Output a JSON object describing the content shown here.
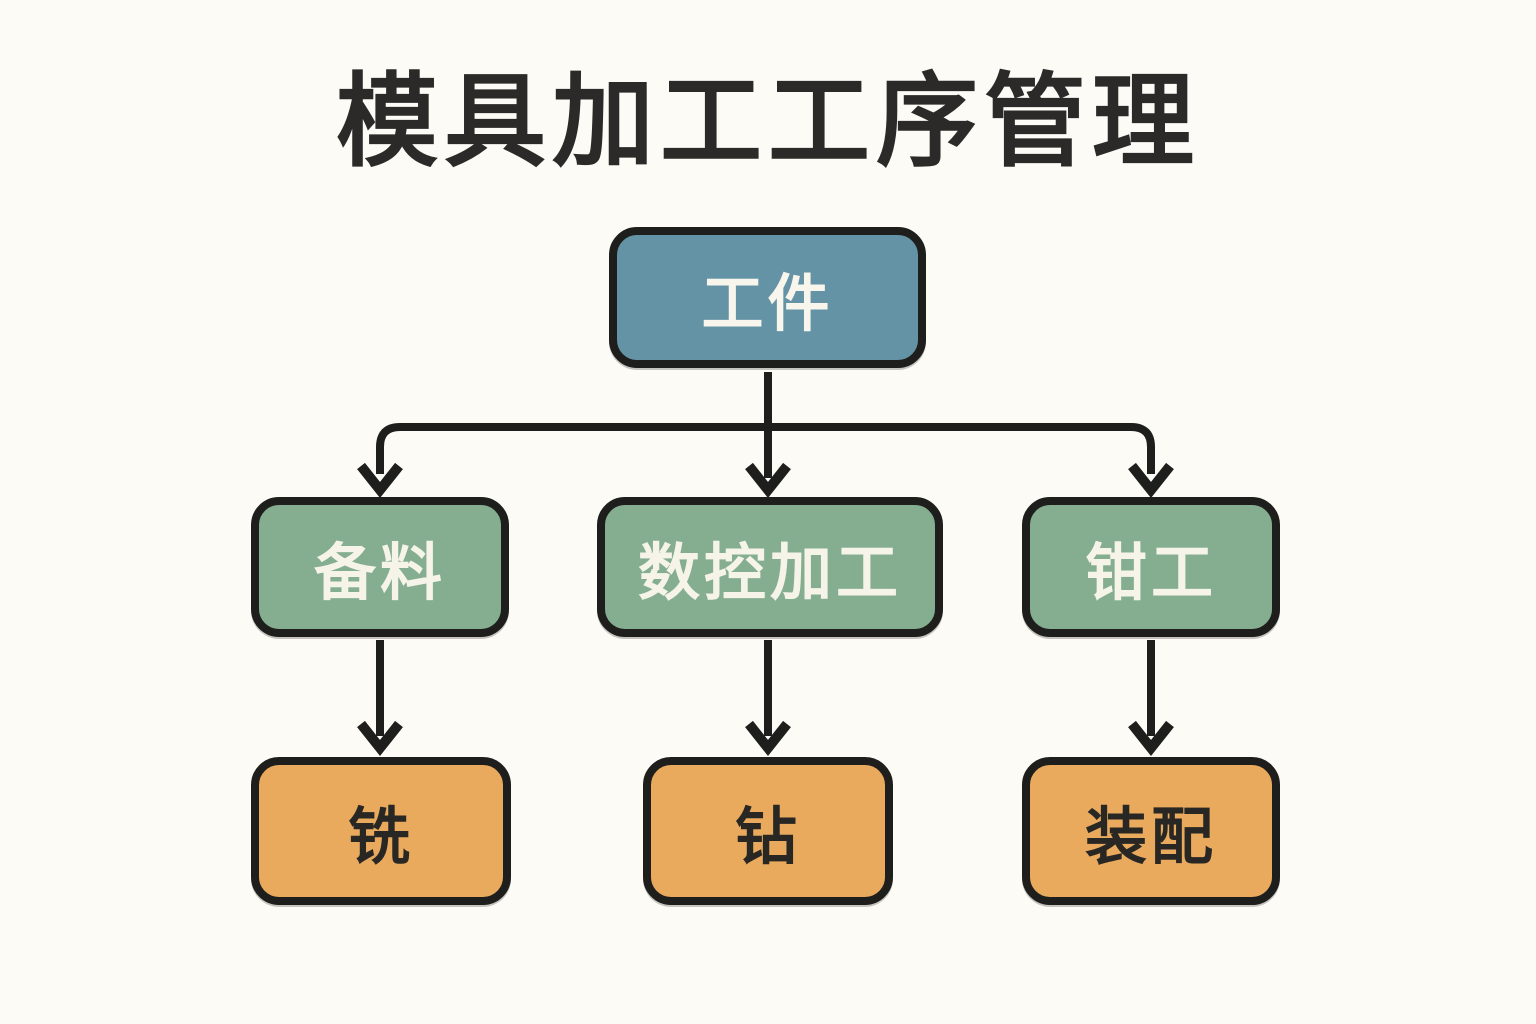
{
  "title": "模具加工工序管理",
  "diagram": {
    "type": "flowchart",
    "direction": "top-down",
    "nodes": {
      "workpiece": {
        "label": "工件",
        "fill": "#6593a6",
        "text_color": "#f7f5ec",
        "level": 0
      },
      "prep": {
        "label": "备料",
        "fill": "#85ae90",
        "text_color": "#f6f4e9",
        "level": 1
      },
      "cnc": {
        "label": "数控加工",
        "fill": "#85ae90",
        "text_color": "#f6f4e9",
        "level": 1
      },
      "fitter": {
        "label": "钳工",
        "fill": "#85ae90",
        "text_color": "#f6f4e9",
        "level": 1
      },
      "mill": {
        "label": "铣",
        "fill": "#e9aa5e",
        "text_color": "#282724",
        "level": 2
      },
      "drill": {
        "label": "钻",
        "fill": "#e9aa5e",
        "text_color": "#282724",
        "level": 2
      },
      "assembly": {
        "label": "装配",
        "fill": "#e9aa5e",
        "text_color": "#282724",
        "level": 2
      }
    },
    "edges": [
      {
        "from": "workpiece",
        "to": "prep"
      },
      {
        "from": "workpiece",
        "to": "cnc"
      },
      {
        "from": "workpiece",
        "to": "fitter"
      },
      {
        "from": "prep",
        "to": "mill"
      },
      {
        "from": "cnc",
        "to": "drill"
      },
      {
        "from": "fitter",
        "to": "assembly"
      }
    ],
    "colors": {
      "background": "#fcfbf6",
      "line": "#1e1e1c",
      "border": "#1e1e1c",
      "title_text": "#2b2a28"
    }
  }
}
